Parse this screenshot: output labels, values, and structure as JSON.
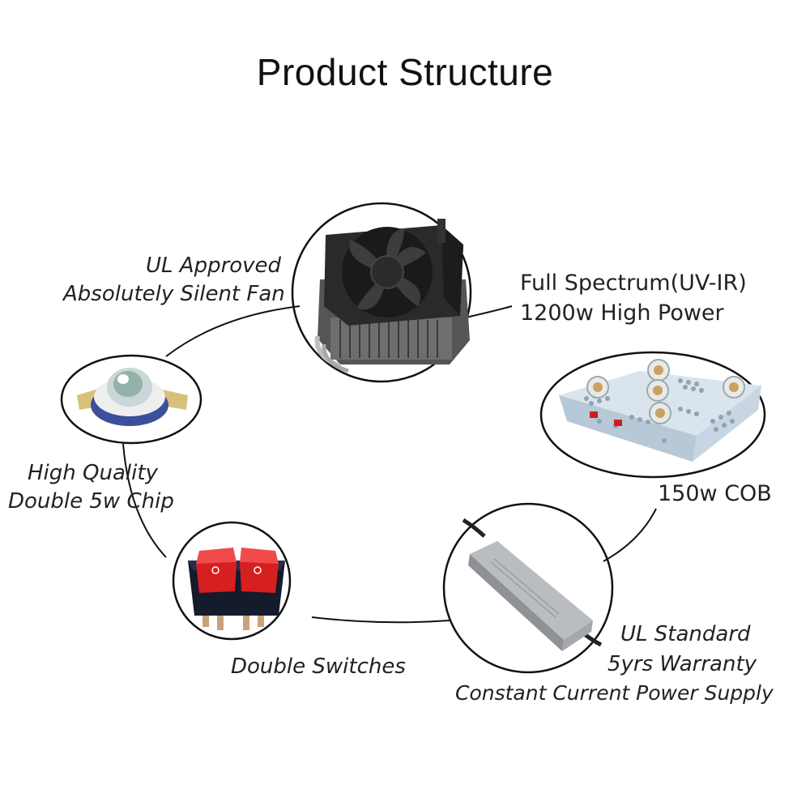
{
  "title": "Product Structure",
  "labels": {
    "fan": [
      "UL Approved",
      "Absolutely Silent Fan"
    ],
    "spectrum": [
      "Full Spectrum(UV-IR)",
      "1200w High Power"
    ],
    "chip": [
      "High Quality",
      "Double 5w Chip"
    ],
    "cob": "150w COB",
    "switches": "Double Switches",
    "power": [
      "UL Standard",
      "5yrs Warranty",
      "Constant Current Power Supply"
    ]
  },
  "parts": [
    "fan-heatsink",
    "led-chip",
    "grow-light-panel",
    "rocker-switches",
    "power-supply"
  ]
}
